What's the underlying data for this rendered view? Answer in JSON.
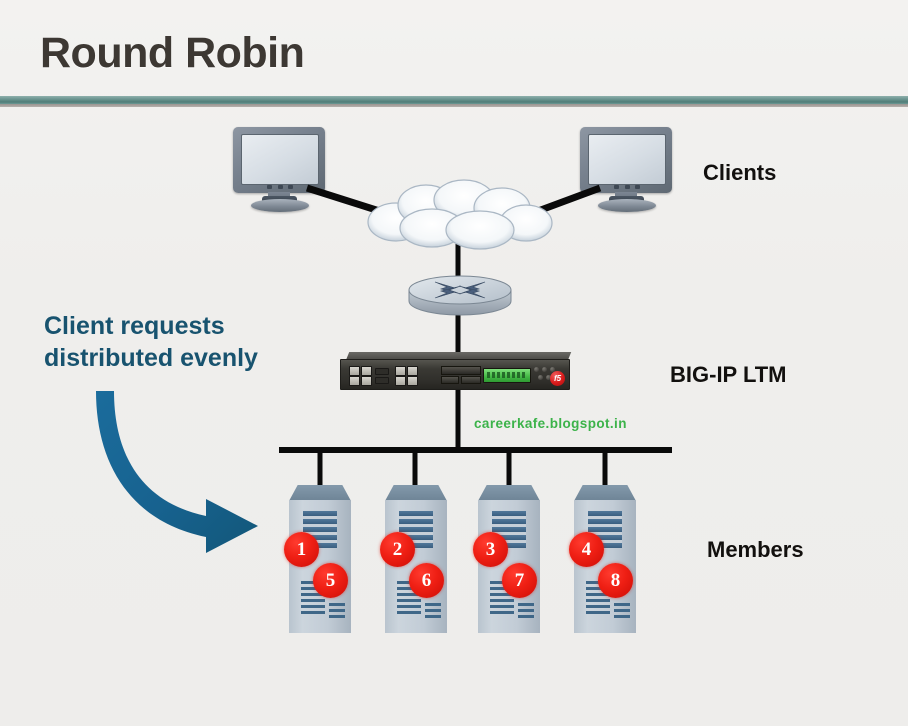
{
  "slide": {
    "title": "Round Robin",
    "background_color": "#f0efed",
    "title_color": "#3d3833",
    "divider_color": "#5d8a85"
  },
  "annotation": {
    "line1": "Client requests",
    "line2": "distributed evenly",
    "color": "#18536f"
  },
  "watermark": {
    "text": "careerkafe.blogspot.in",
    "color": "#3cb34a"
  },
  "labels": {
    "clients": "Clients",
    "bigip": "BIG-IP LTM",
    "members": "Members"
  },
  "topology": {
    "clients": [
      {
        "name": "client-monitor-left",
        "icon": "monitor-icon"
      },
      {
        "name": "client-monitor-right",
        "icon": "monitor-icon"
      }
    ],
    "cloud": {
      "icon": "network-cloud-icon",
      "label": ""
    },
    "router": {
      "icon": "router-icon",
      "label": ""
    },
    "load_balancer": {
      "icon": "bigip-appliance-icon",
      "lcd_color": "#43b844",
      "logo": "f5",
      "logo_color": "#d91b1b"
    },
    "members": [
      {
        "name": "server-1",
        "icon": "server-icon",
        "requests": [
          "1",
          "5"
        ]
      },
      {
        "name": "server-2",
        "icon": "server-icon",
        "requests": [
          "2",
          "6"
        ]
      },
      {
        "name": "server-3",
        "icon": "server-icon",
        "requests": [
          "3",
          "7"
        ]
      },
      {
        "name": "server-4",
        "icon": "server-icon",
        "requests": [
          "4",
          "8"
        ]
      }
    ]
  },
  "badges": {
    "s1a": "1",
    "s2a": "2",
    "s3a": "3",
    "s4a": "4",
    "s1b": "5",
    "s2b": "6",
    "s3b": "7",
    "s4b": "8"
  },
  "arrow": {
    "name": "distribution-arrow",
    "color": "#17628f",
    "direction": "curve-down-right"
  }
}
